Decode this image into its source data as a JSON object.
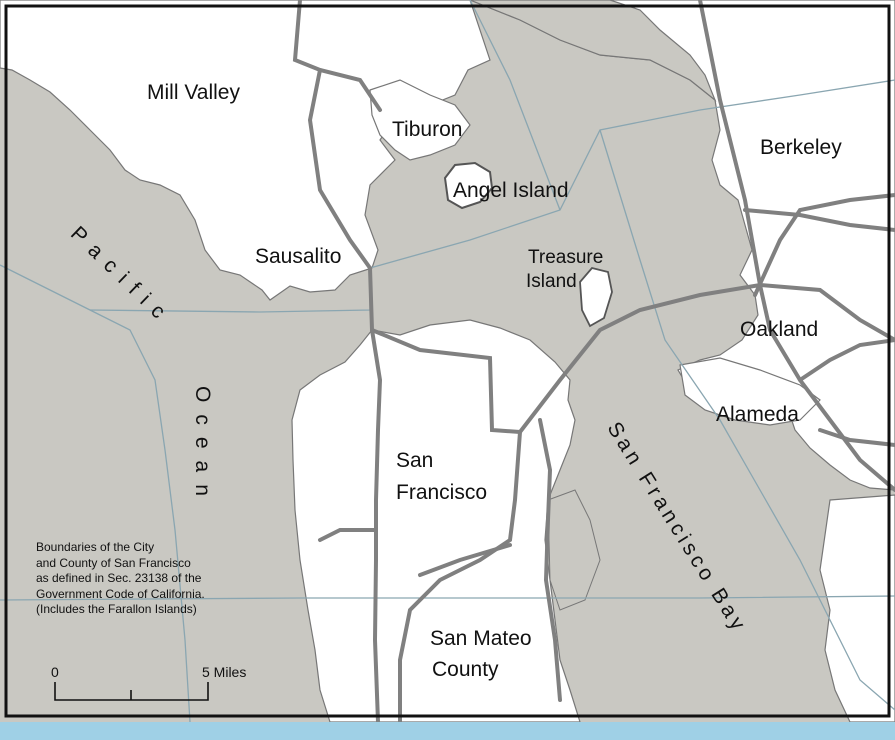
{
  "map": {
    "places": {
      "mill_valley": "Mill Valley",
      "tiburon": "Tiburon",
      "angel_island": "Angel Island",
      "berkeley": "Berkeley",
      "sausalito": "Sausalito",
      "treasure_island_1": "Treasure",
      "treasure_island_2": "Island",
      "oakland": "Oakland",
      "alameda": "Alameda",
      "san_francisco_1": "San",
      "san_francisco_2": "Francisco",
      "san_mateo_1": "San Mateo",
      "san_mateo_2": "County"
    },
    "water": {
      "pacific": "Pacific",
      "ocean": "Ocean",
      "bay": "San Francisco Bay"
    },
    "note": [
      "Boundaries of the City",
      "and County of San Francisco",
      "as defined in Sec. 23138 of the",
      "Government Code of California.",
      "(Includes the Farallon Islands)"
    ],
    "scale": {
      "start": "0",
      "end": "5 Miles"
    },
    "colors": {
      "land": "#ffffff",
      "water": "#c9c8c2",
      "border": "#8aa6b1",
      "roads": "#808080",
      "frame": "#9fd0e6"
    }
  }
}
